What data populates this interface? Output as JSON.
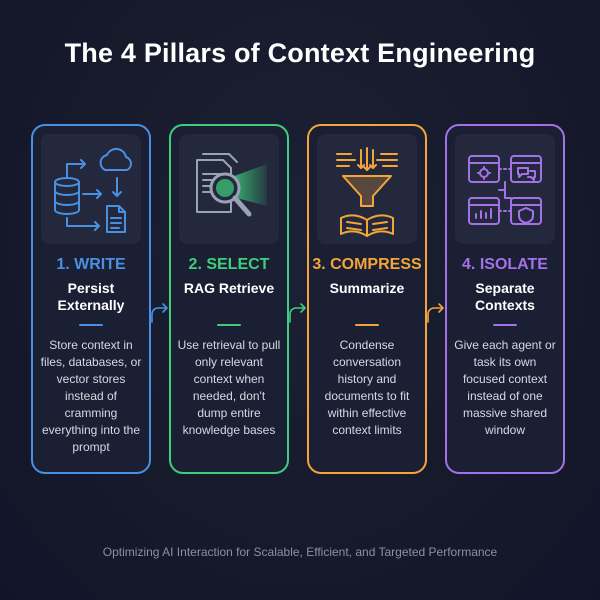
{
  "title": "The 4 Pillars of Context Engineering",
  "pillars": [
    {
      "heading": "1. WRITE",
      "subtitle": "Persist Externally",
      "description": "Store context in files, databases, or vector stores instead of cramming everything into the prompt",
      "color": "#4a90e2",
      "icon": "database-cloud-icon"
    },
    {
      "heading": "2. SELECT",
      "subtitle": "RAG Retrieve",
      "description": "Use retrieval to pull only relevant context when needed, don't dump entire knowledge bases",
      "color": "#3ecf7a",
      "icon": "magnifier-document-icon"
    },
    {
      "heading": "3. COMPRESS",
      "subtitle": "Summarize",
      "description": "Condense conversation history and documents to fit within effective context limits",
      "color": "#f3a53a",
      "icon": "funnel-book-icon"
    },
    {
      "heading": "4. ISOLATE",
      "subtitle": "Separate Contexts",
      "description": "Give each agent or task its own focused context instead of one massive shared window",
      "color": "#a571e8",
      "icon": "isolated-windows-icon"
    }
  ],
  "footer": "Optimizing AI Interaction for Scalable, Efficient, and Targeted Performance"
}
